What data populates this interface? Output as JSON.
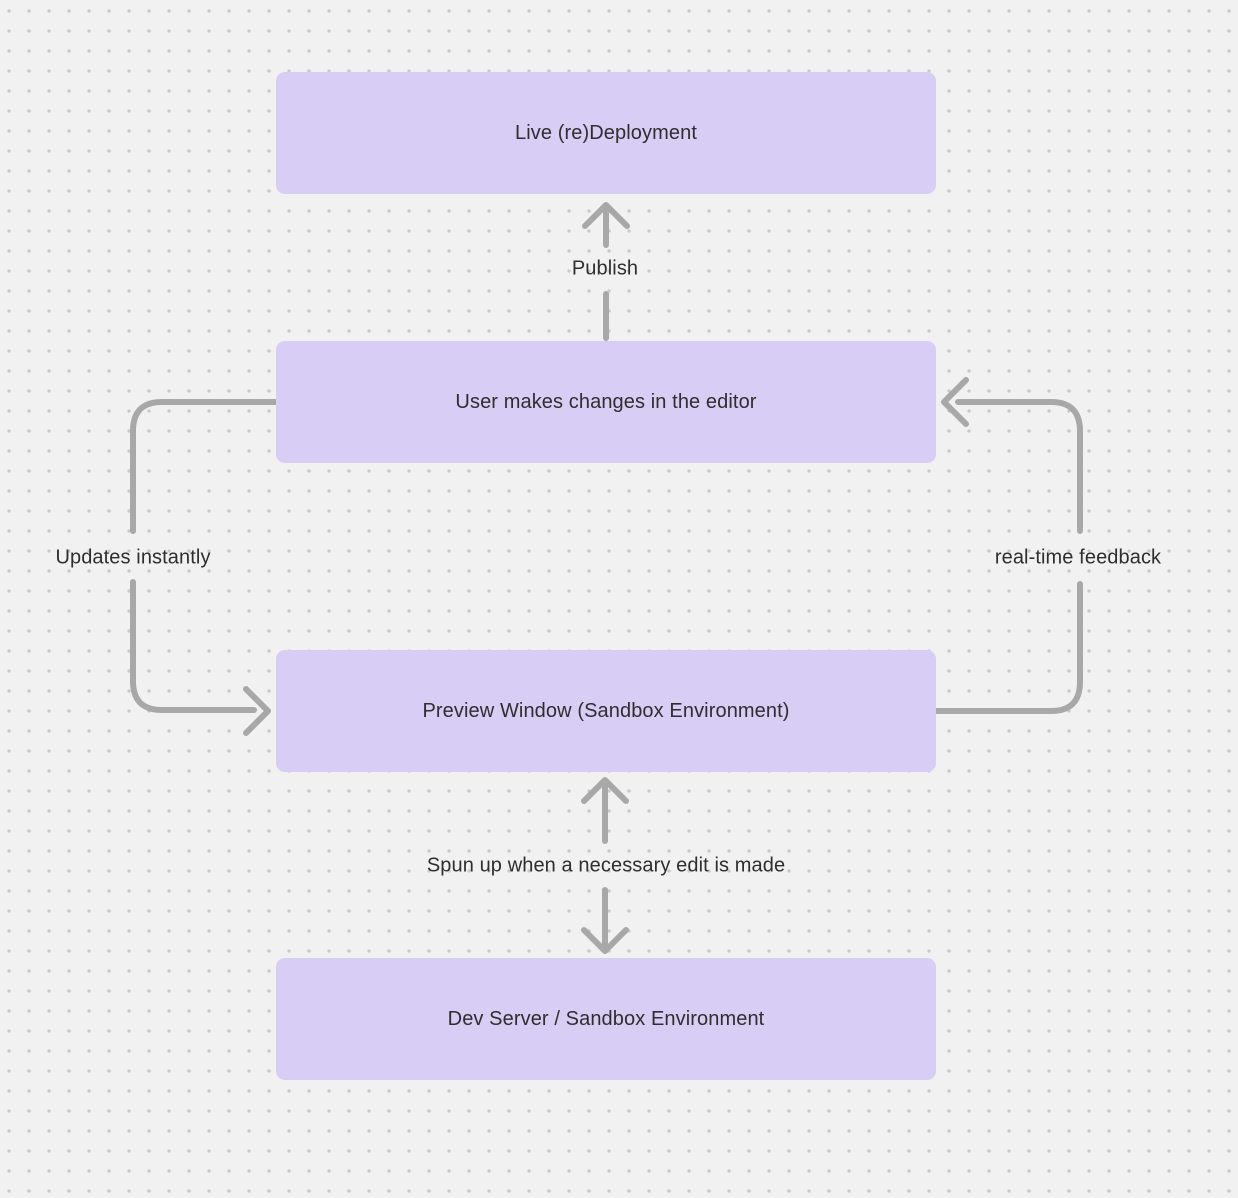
{
  "diagram": {
    "nodes": [
      {
        "id": "live-redeployment",
        "label": "Live (re)Deployment"
      },
      {
        "id": "editor",
        "label": "User makes changes in the editor"
      },
      {
        "id": "preview",
        "label": "Preview Window (Sandbox Environment)"
      },
      {
        "id": "dev-server",
        "label": "Dev Server / Sandbox Environment"
      }
    ],
    "edges": [
      {
        "from": "editor",
        "to": "live-redeployment",
        "label": "Publish",
        "direction": "up"
      },
      {
        "from": "editor",
        "to": "preview",
        "label": "Updates instantly",
        "direction": "down-left-loop"
      },
      {
        "from": "preview",
        "to": "editor",
        "label": "real-time feedback",
        "direction": "up-right-loop"
      },
      {
        "from": "preview",
        "to": "dev-server",
        "label": "Spun up when a necessary edit is made",
        "direction": "bidirectional"
      }
    ],
    "colors": {
      "background": "#f2f1f1",
      "dot": "#c9c9c9",
      "node_fill": "#d7cdf5",
      "node_text": "#2e2e2e",
      "edge": "#a8a8a8",
      "edge_label_text": "#2e2e2e"
    }
  }
}
